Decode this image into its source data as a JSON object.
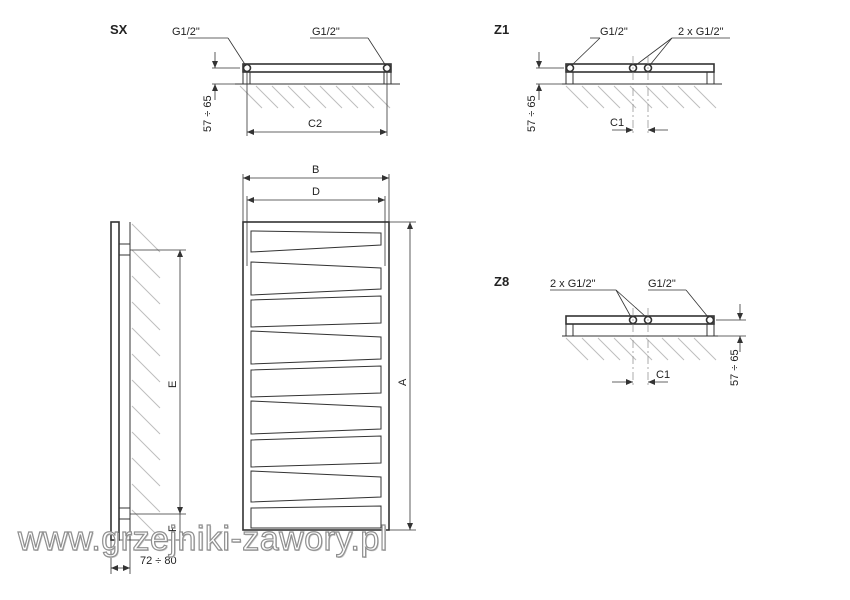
{
  "views": {
    "sx": {
      "title": "SX",
      "conn_left": "G1/2\"",
      "conn_right": "G1/2\"",
      "height": "57 ÷ 65",
      "spacing": "C2"
    },
    "z1": {
      "title": "Z1",
      "conn_single": "G1/2\"",
      "conn_double": "2 x G1/2\"",
      "height": "57 ÷ 65",
      "spacing": "C1"
    },
    "z8": {
      "title": "Z8",
      "conn_double": "2 x G1/2\"",
      "conn_single": "G1/2\"",
      "height": "57 ÷ 65",
      "spacing": "C1"
    }
  },
  "front": {
    "width": "B",
    "inner_width": "D",
    "height": "A"
  },
  "side": {
    "axis": "E",
    "bottom": "F",
    "depth": "72 ÷ 80"
  },
  "watermark": "www.grzejniki-zawory.pl"
}
